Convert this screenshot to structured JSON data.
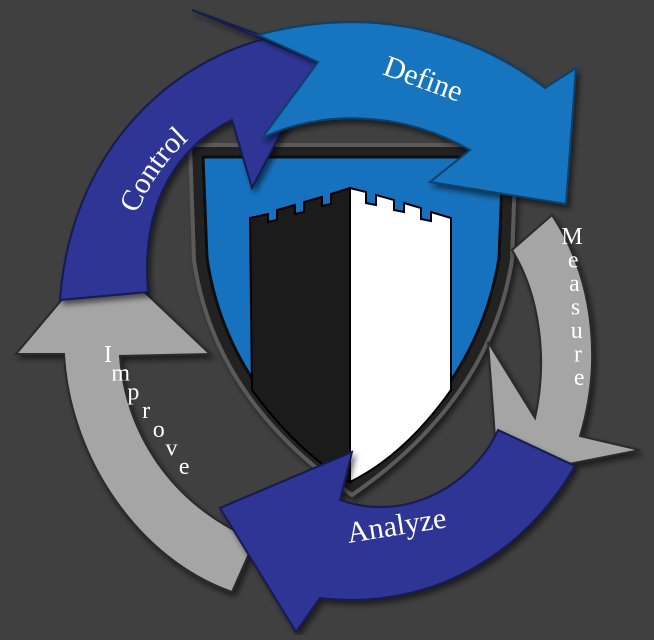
{
  "colors": {
    "background": "#404040",
    "define": "#1474BE",
    "measure": "#A5A5A5",
    "analyze": "#2E3594",
    "improve": "#A5A5A5",
    "control": "#2E3594",
    "shield_blue": "#1472BE",
    "tower_dark": "#1B1B1B",
    "tower_light": "#FFFFFF",
    "label_text": "#FFFFFF"
  },
  "cycle": {
    "define_label": "Define",
    "measure_label": "Measure",
    "analyze_label": "Analyze",
    "improve_label": "Improve",
    "control_label": "Control"
  },
  "center_graphic": {
    "shield_icon": "shield-icon",
    "tower_icon": "castle-tower-icon"
  }
}
